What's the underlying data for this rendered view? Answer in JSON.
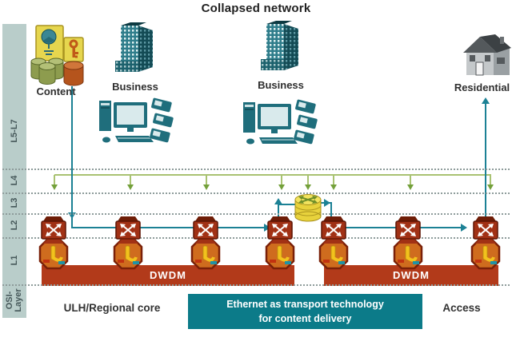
{
  "title": "Collapsed network",
  "sidebar": {
    "l5_l7": "L5-L7",
    "l4": "L4",
    "l3": "L3",
    "l2": "L2",
    "l1": "L1",
    "osi_line1": "OSI-",
    "osi_line2": "Layer"
  },
  "endpoints": {
    "content": {
      "label": "Content"
    },
    "business_left": {
      "label": "Business"
    },
    "business_right": {
      "label": "Business"
    },
    "residential": {
      "label": "Residential"
    }
  },
  "transport": {
    "dwdm_left": "DWDM",
    "dwdm_right": "DWDM"
  },
  "zones": {
    "core": "ULH/Regional core",
    "ethernet_line1": "Ethernet as transport technology",
    "ethernet_line2": "for content delivery",
    "access": "Access"
  },
  "icons": {
    "media-server-icon": "yellow box with teal media emblem",
    "key-icon": "yellow box with orange key",
    "database-cluster-icon": "three green cylinders",
    "database-icon": "orange cylinder",
    "office-building-icon": "teal high-rise",
    "workstation-icon": "teal PC with phones",
    "house-icon": "grey residential house",
    "ethernet-switch-icon": "dark red cube with white crossing arrows",
    "dwdm-terminal-icon": "orange octagon with yellow lambda",
    "multilayer-switch-icon": "yellow cylinder stack with green arrows"
  },
  "colors": {
    "sidebar_bg": "#b9cdca",
    "dwdm_bar": "#b23a1a",
    "ethernet_box": "#0c7b89",
    "teal_line": "#1c8195",
    "green_line": "#a9c272",
    "green_arrow": "#73a03a",
    "dotted_line": "#8e9c9b",
    "switch_red": "#a13115",
    "dwdm_device_orange": "#cf6c1e",
    "multilayer_yellow": "#e8d23c"
  }
}
